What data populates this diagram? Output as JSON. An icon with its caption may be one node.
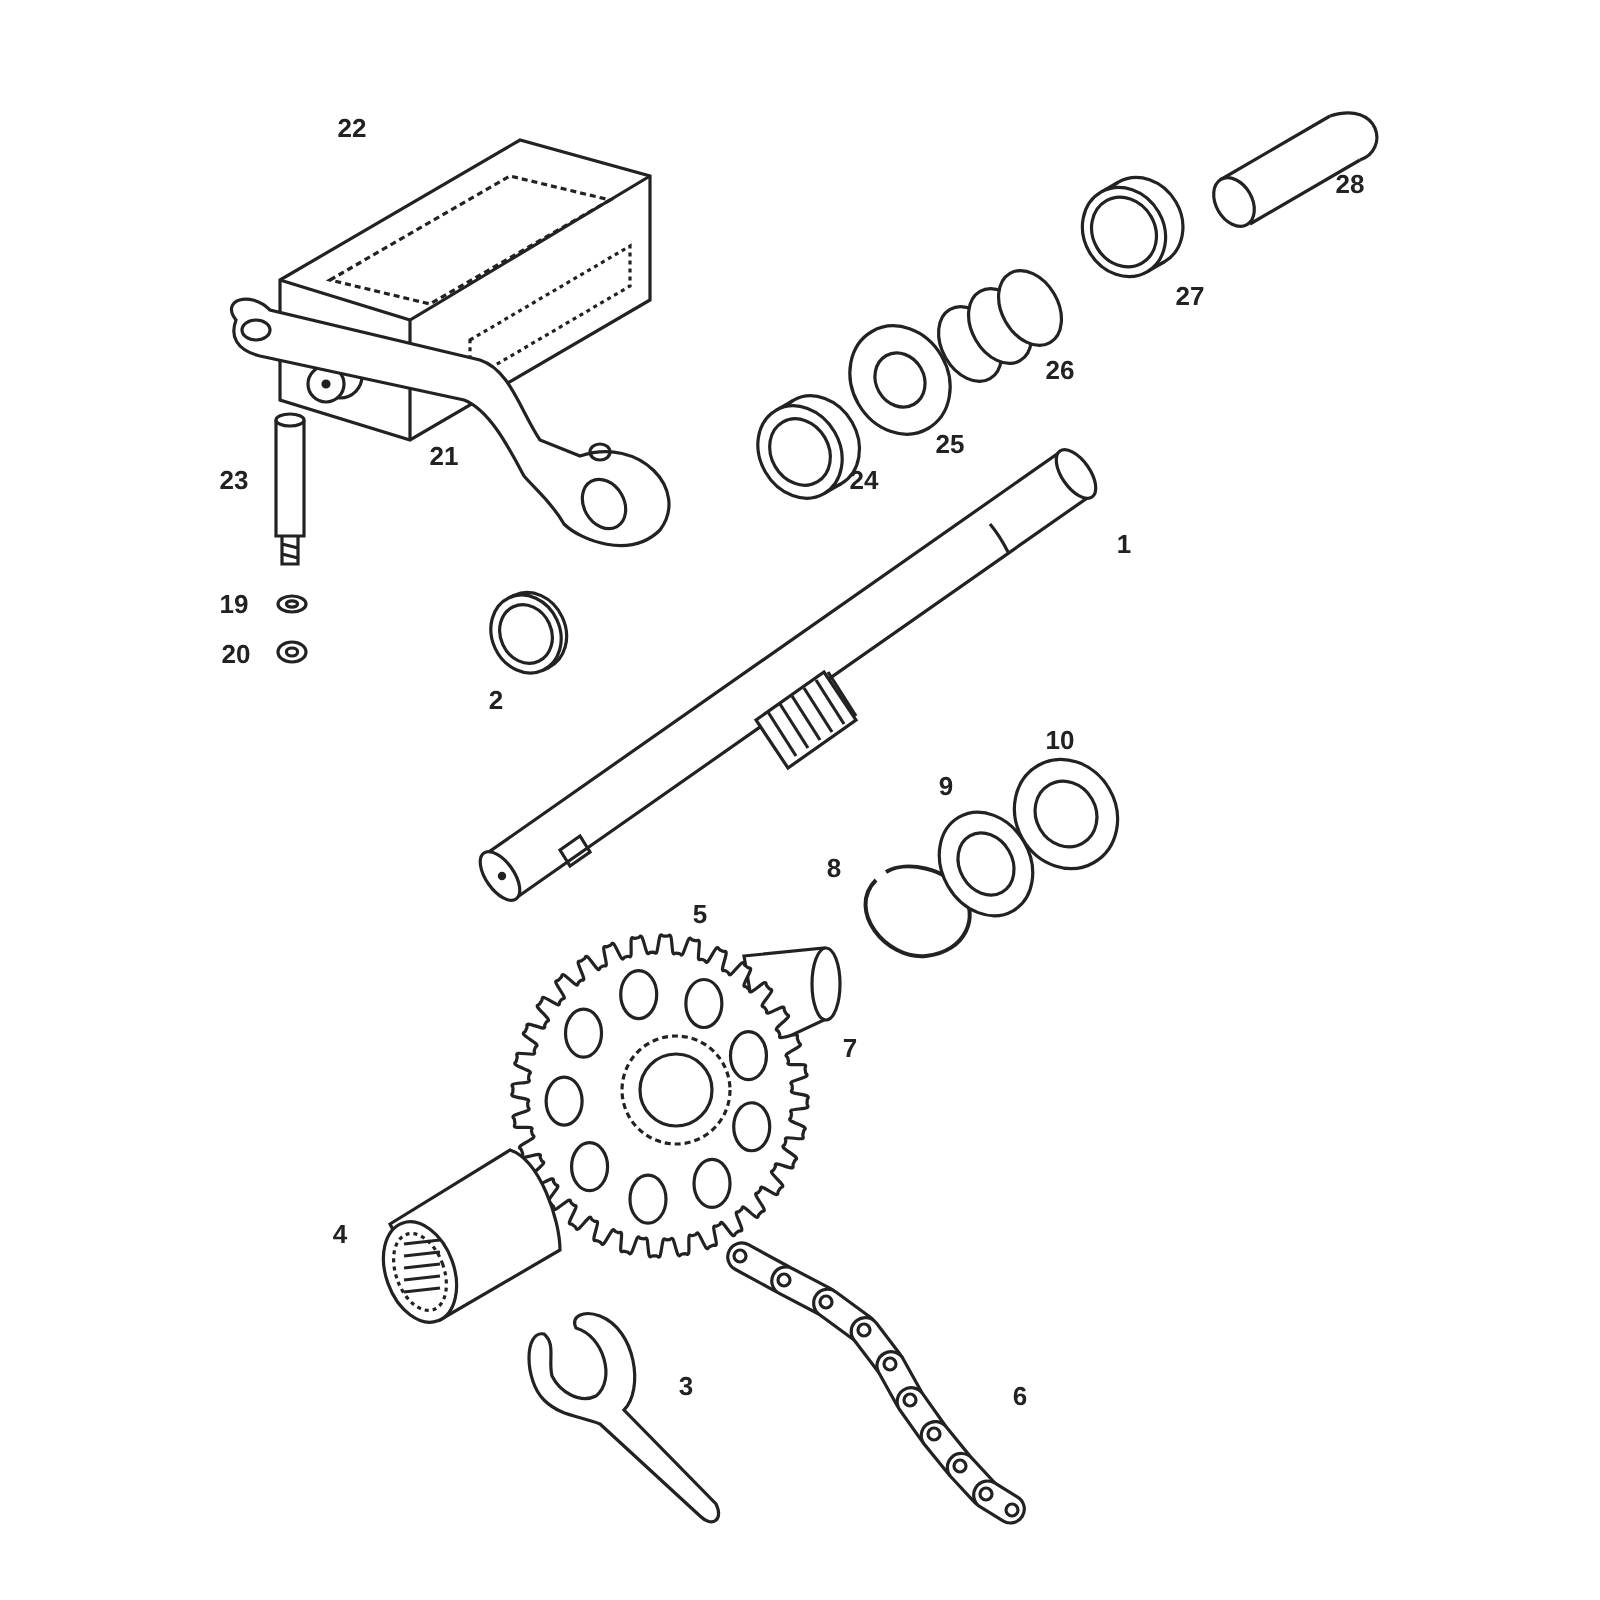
{
  "diagram": {
    "labels": [
      "22",
      "28",
      "27",
      "26",
      "21",
      "25",
      "23",
      "24",
      "1",
      "19",
      "20",
      "2",
      "10",
      "9",
      "8",
      "5",
      "7",
      "4",
      "3",
      "6"
    ]
  }
}
